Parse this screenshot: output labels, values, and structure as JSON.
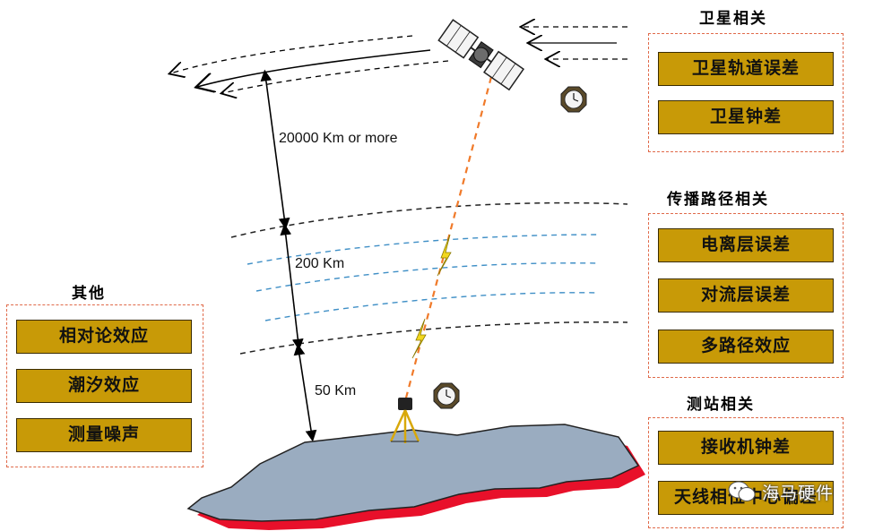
{
  "groups": {
    "satellite": {
      "title": "卫星相关",
      "items": [
        "卫星轨道误差",
        "卫星钟差"
      ]
    },
    "propagation": {
      "title": "传播路径相关",
      "items": [
        "电离层误差",
        "对流层误差",
        "多路径效应"
      ]
    },
    "station": {
      "title": "测站相关",
      "items": [
        "接收机钟差",
        "天线相位中心偏差"
      ]
    },
    "other": {
      "title": "其他",
      "items": [
        "相对论效应",
        "潮汐效应",
        "测量噪声"
      ]
    }
  },
  "distances": {
    "orbit": "20000 Km or more",
    "ionosphere": "200 Km",
    "troposphere": "50 Km"
  },
  "watermark": {
    "text": "海马硬件"
  },
  "colors": {
    "item_fill": "#c89a07",
    "box_border": "#e06a4a",
    "ground_fill": "#9aacc0",
    "ground_shadow": "#e8102a",
    "signal": "#f07a2a",
    "ionosphere_line": "#3f8fc6"
  },
  "icons": [
    "satellite-icon",
    "clock-icon",
    "gnss-receiver-icon",
    "lightning-icon",
    "wechat-icon"
  ]
}
